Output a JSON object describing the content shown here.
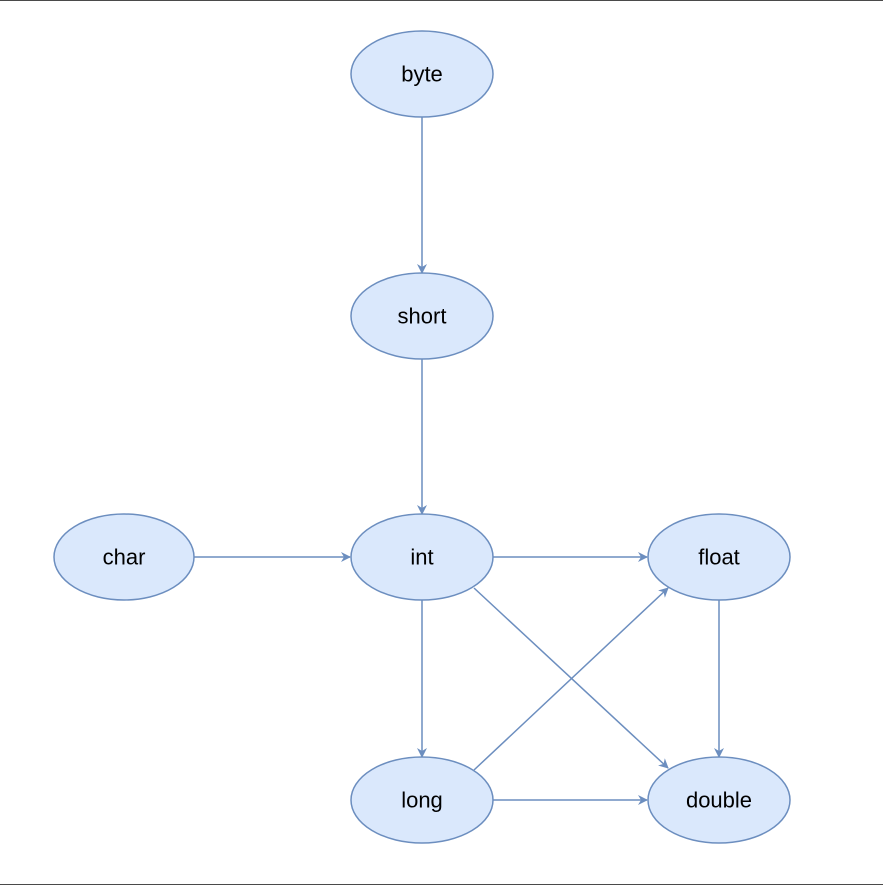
{
  "diagram": {
    "nodes": [
      {
        "id": "byte",
        "label": "byte"
      },
      {
        "id": "short",
        "label": "short"
      },
      {
        "id": "char",
        "label": "char"
      },
      {
        "id": "int",
        "label": "int"
      },
      {
        "id": "float",
        "label": "float"
      },
      {
        "id": "long",
        "label": "long"
      },
      {
        "id": "double",
        "label": "double"
      }
    ],
    "edges": [
      {
        "from": "byte",
        "to": "short"
      },
      {
        "from": "short",
        "to": "int"
      },
      {
        "from": "char",
        "to": "int"
      },
      {
        "from": "int",
        "to": "float"
      },
      {
        "from": "int",
        "to": "long"
      },
      {
        "from": "int",
        "to": "double"
      },
      {
        "from": "float",
        "to": "double"
      },
      {
        "from": "long",
        "to": "float"
      },
      {
        "from": "long",
        "to": "double"
      }
    ],
    "colors": {
      "node_fill": "#dae8fc",
      "node_stroke": "#6c8ebf",
      "edge": "#6c8ebf",
      "text": "#000000"
    }
  }
}
